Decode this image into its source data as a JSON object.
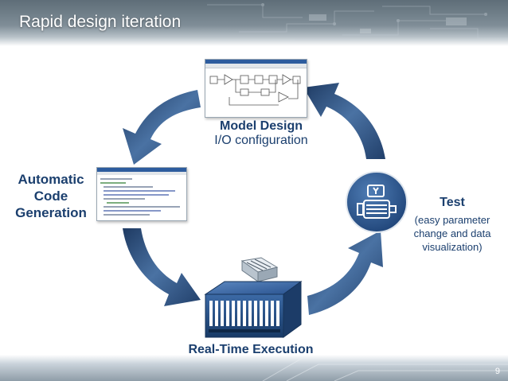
{
  "title": "Rapid design iteration",
  "page_number": "9",
  "steps": {
    "model": {
      "heading": "Model Design",
      "sub": "I/O configuration"
    },
    "code": {
      "lines": [
        "Automatic",
        "Code",
        "Generation"
      ]
    },
    "test": {
      "heading": "Test",
      "sub": "(easy parameter change and data visualization)"
    },
    "realtime": {
      "heading": "Real-Time Execution"
    }
  },
  "icons": [
    "model-diagram-icon",
    "code-editor-icon",
    "test-motor-icon",
    "realtime-target-icon"
  ],
  "colors": {
    "arrow": "#2f5886",
    "label": "#1b3f6e",
    "icon_circle": "#2c5890"
  }
}
